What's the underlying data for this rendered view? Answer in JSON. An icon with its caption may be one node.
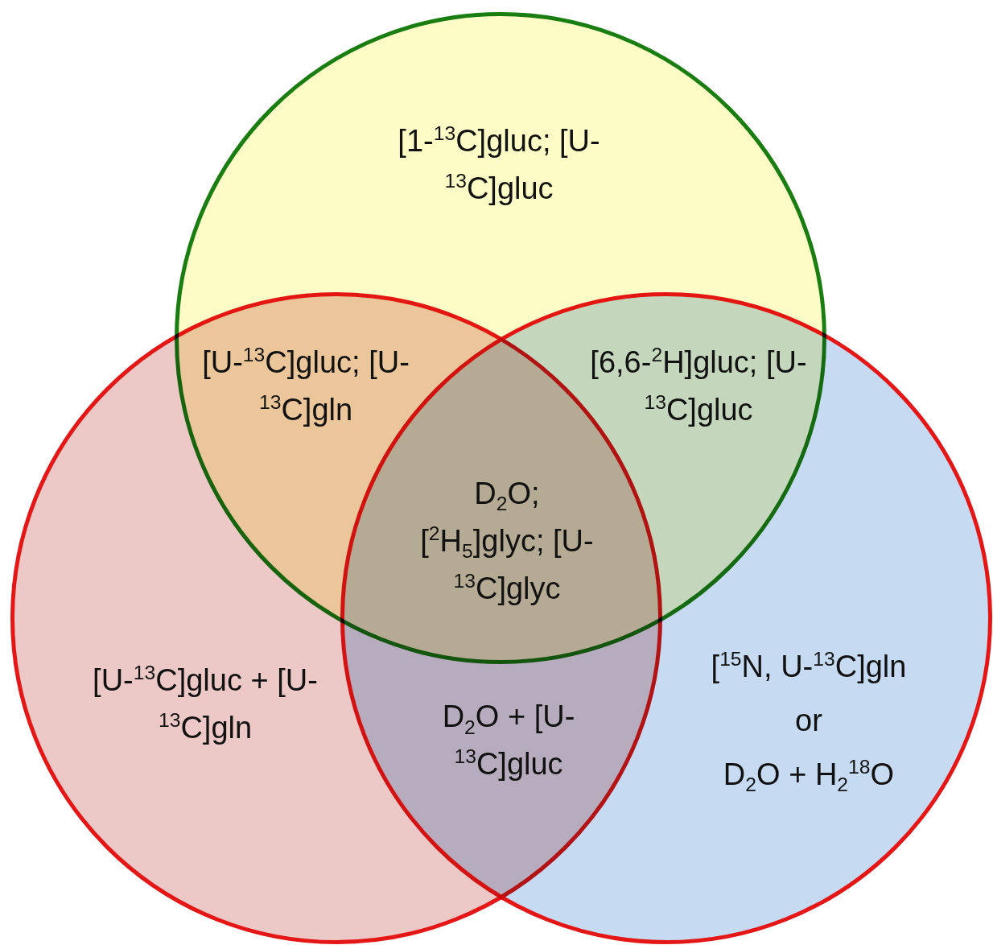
{
  "diagram": {
    "nodes": [
      {
        "text": [
          "[1-$^{13}$C]gluc; [U-$^{13}$C]gluc"
        ]
      },
      {
        "text": [
          "[U-$^{13}$C]gluc + [U-$^{13}$C]gln"
        ]
      },
      {
        "text": [
          "[$^{15}$N, U-$^{13}$C]gln",
          "or",
          "D$_{2}$O + H$_{2}$$^{18}$O"
        ]
      }
    ],
    "labels": [
      "[U-$^{13}$C]gluc; [U-$^{13}$C]gln",
      "[6,6-$^{2}$H]gluc; [U-$^{13}$C]gluc",
      "D$_{2}$O; [$^{2}$H$_{5}$]glyc; [U-$^{13}$C]glyc",
      "D$_{2}$O + [U-$^{13}$C]gluc"
    ]
  }
}
